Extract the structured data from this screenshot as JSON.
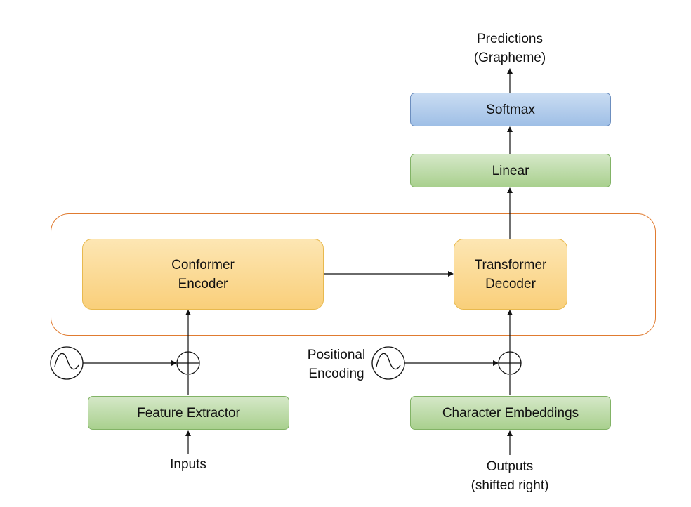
{
  "outputs": {
    "predictions": "Predictions\n(Grapheme)"
  },
  "blocks": {
    "softmax": "Softmax",
    "linear": "Linear",
    "conformer_encoder": "Conformer\nEncoder",
    "transformer_decoder": "Transformer\nDecoder",
    "feature_extractor": "Feature Extractor",
    "character_embeddings": "Character Embeddings"
  },
  "labels": {
    "positional_encoding": "Positional\nEncoding",
    "inputs": "Inputs",
    "outputs_shifted": "Outputs\n(shifted right)"
  },
  "colors": {
    "green_block": "#a9d08e",
    "blue_block": "#9fbfe6",
    "yellow_block": "#f9cf7a",
    "frame_border": "#e07b30"
  }
}
